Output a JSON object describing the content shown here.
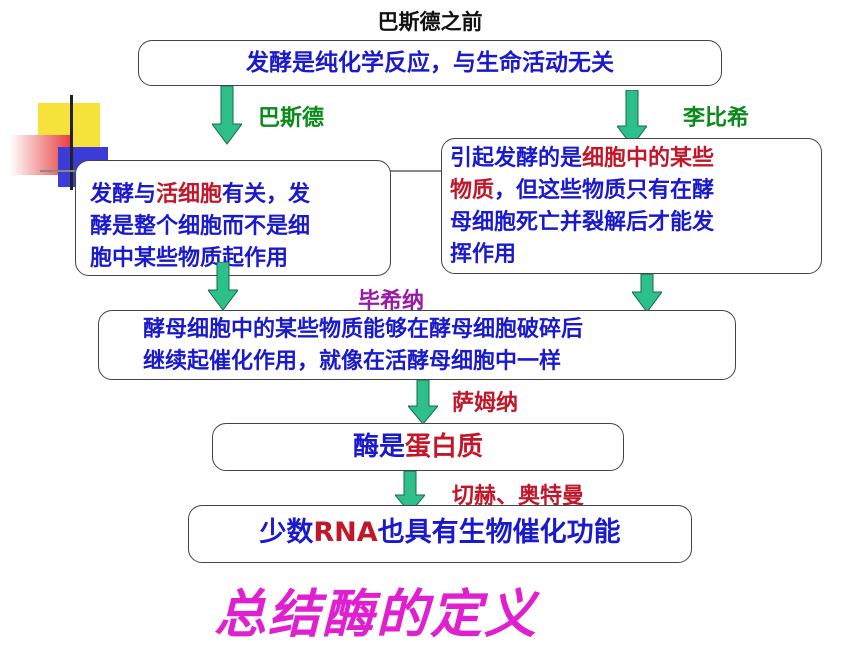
{
  "title": "巴斯德之前",
  "box_top": "发酵是纯化学反应，与生命活动无关",
  "label_pasteur": "巴斯德",
  "label_liebig": "李比希",
  "box_left": {
    "p1": "发酵与",
    "p2": "活细胞",
    "p3": "有关，发",
    "line2": "酵是整个细胞而不是细",
    "line3": "胞中某些物质起作用"
  },
  "box_right": {
    "p1": "引起发酵的是",
    "p2": "细胞中的某些",
    "p3": "物质",
    "p4": "，但这些物质只有在酵",
    "line3": "母细胞死亡并裂解后才能发",
    "line4": "挥作用"
  },
  "label_buchner": "毕希纳",
  "box_mid": {
    "line1": "酵母细胞中的某些物质能够在酵母细胞破碎后",
    "line2": "继续起催化作用，就像在活酵母细胞中一样"
  },
  "label_sumner": "萨姆纳",
  "box_protein": {
    "p1": "酶是",
    "p2": "蛋白质"
  },
  "label_cech": "切赫、奥特曼",
  "box_rna": {
    "p1": "少数",
    "p2": "RNA",
    "p3": "也具有生物催化功能"
  },
  "summary": "总结酶的定义",
  "colors": {
    "blue": "#1a1acc",
    "red": "#c0182a",
    "green": "#0a8a1a",
    "purple": "#9a1aa8",
    "magenta": "#e020d0",
    "arrow": "#2ec08a"
  }
}
